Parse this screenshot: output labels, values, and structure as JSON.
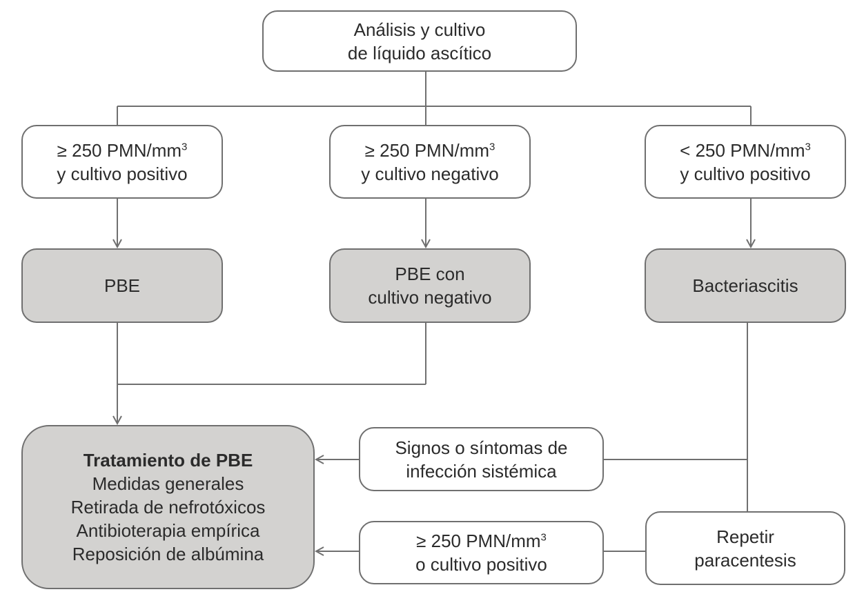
{
  "nodes": {
    "start": {
      "line1": "Análisis y cultivo",
      "line2": "de líquido ascítico"
    },
    "cond_left": {
      "line1": "≥ 250 PMN/mm",
      "sup": "3",
      "line2": "y cultivo positivo"
    },
    "cond_mid": {
      "line1": "≥ 250 PMN/mm",
      "sup": "3",
      "line2": "y cultivo negativo"
    },
    "cond_right": {
      "line1": "< 250 PMN/mm",
      "sup": "3",
      "line2": "y cultivo positivo"
    },
    "pbe": {
      "label": "PBE"
    },
    "pbe_neg": {
      "line1": "PBE con",
      "line2": "cultivo negativo"
    },
    "bacteriascitis": {
      "label": "Bacteriascitis"
    },
    "treatment": {
      "title": "Tratamiento de PBE",
      "items": [
        "Medidas generales",
        "Retirada de nefrotóxicos",
        "Antibioterapia empírica",
        "Reposición de albúmina"
      ]
    },
    "signs": {
      "line1": "Signos o síntomas de",
      "line2": "infección sistémica"
    },
    "repeat": {
      "line1": "Repetir",
      "line2": "paracentesis"
    },
    "repeat_result": {
      "line1": "≥ 250 PMN/mm",
      "sup": "3",
      "line2": "o cultivo positivo"
    }
  },
  "colors": {
    "line": "#6f6f6f",
    "gray_fill": "#d3d2d0",
    "text": "#2b2b2b"
  }
}
